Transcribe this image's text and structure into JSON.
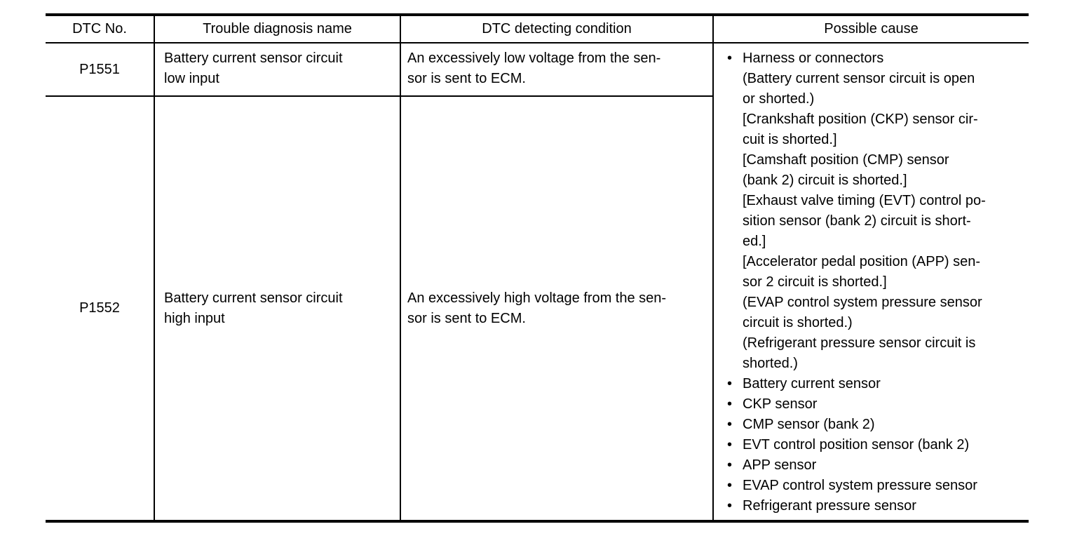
{
  "page": {
    "background": "#ffffff",
    "text_color": "#000000",
    "border_color": "#000000"
  },
  "table": {
    "headers": [
      "DTC No.",
      "Trouble diagnosis name",
      "DTC detecting condition",
      "Possible cause"
    ],
    "rows": [
      {
        "dtc_no": "P1551",
        "diagnosis_name": "Battery current sensor circuit\nlow input",
        "detecting_condition": "An excessively low voltage from the sen-\nsor is sent to ECM."
      },
      {
        "dtc_no": "P1552",
        "diagnosis_name": "Battery current sensor circuit\nhigh input",
        "detecting_condition": "An excessively high voltage from the sen-\nsor is sent to ECM."
      }
    ],
    "possible_cause": {
      "bullet_glyph": "•",
      "items": [
        {
          "text": "Harness or connectors\n(Battery current sensor circuit is open\nor shorted.)\n[Crankshaft position (CKP) sensor cir-\ncuit is shorted.]\n[Camshaft position (CMP) sensor\n(bank 2) circuit is shorted.]\n[Exhaust valve timing (EVT) control po-\nsition sensor (bank 2) circuit is short-\ned.]\n[Accelerator pedal position (APP) sen-\nsor 2 circuit is shorted.]\n(EVAP control system pressure sensor\ncircuit is shorted.)\n(Refrigerant pressure sensor circuit is\nshorted.)"
        },
        {
          "text": "Battery current sensor"
        },
        {
          "text": "CKP sensor"
        },
        {
          "text": "CMP sensor (bank 2)"
        },
        {
          "text": "EVT control position sensor (bank 2)"
        },
        {
          "text": "APP sensor"
        },
        {
          "text": "EVAP control system pressure sensor"
        },
        {
          "text": "Refrigerant pressure sensor"
        }
      ]
    }
  }
}
